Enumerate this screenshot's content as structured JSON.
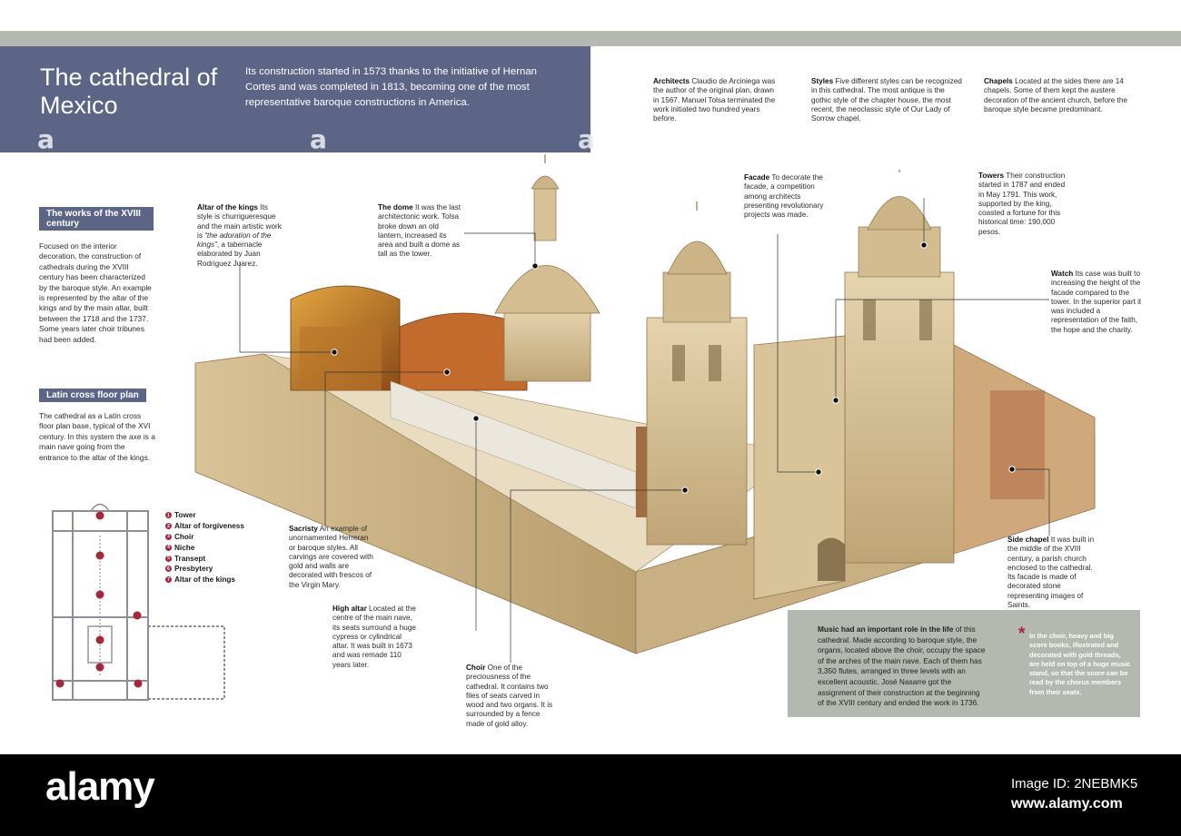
{
  "header": {
    "title": "The cathedral of Mexico",
    "intro": "Its construction started in 1573 thanks to the initiative of Hernan Cortes and was completed in 1813, becoming one of the most representative baroque constructions in America.",
    "watermark_glyph": "a"
  },
  "info_columns": [
    {
      "heading": "Architects",
      "text": "Claudio de Arciniega was the author of the original plan, drawn in 1567. Manuel Tolsa terminated the work initiated two hundred years before."
    },
    {
      "heading": "Styles",
      "text": "Five different styles can be recognized in this cathedral. The most antique is the gothic style of the chapter house, the most recent, the neoclassic style of Our Lady of Sorrow chapel."
    },
    {
      "heading": "Chapels",
      "text": "Located at the sides there are 14 chapels. Some of them kept the austere decoration of the ancient church, before the baroque style became predominant."
    }
  ],
  "sidebar": {
    "works_heading": "The works of the XVIII century",
    "works_text": "Focused on the interior decoration, the construction of cathedrals during the XVIII century has been characterized by the baroque style. An example is represented by the altar of the kings and by the main altar, built between the 1718 and the 1737. Some years later choir tribunes had been added.",
    "plan_heading": "Latin cross floor plan",
    "plan_text": "The cathedral as a Latin cross floor plan base, typical of the XVI century. In this system the axe is a main nave going from the entrance to the altar of the kings."
  },
  "legend": [
    {
      "num": "1",
      "label": "Tower"
    },
    {
      "num": "2",
      "label": "Altar of forgiveness"
    },
    {
      "num": "3",
      "label": "Choir"
    },
    {
      "num": "4",
      "label": "Niche"
    },
    {
      "num": "5",
      "label": "Transept"
    },
    {
      "num": "6",
      "label": "Presbytery"
    },
    {
      "num": "7",
      "label": "Altar of the kings"
    }
  ],
  "callouts": {
    "altar_kings": {
      "heading": "Altar of the kings",
      "text_a": "Its style is churrigueresque and the main artistic work is ",
      "text_italic": "“the adoration of the kings”",
      "text_b": ", a tabernacle elaborated by Juan Rodriguez Juarez."
    },
    "dome": {
      "heading": "The dome",
      "text": "It was the last architectonic work. Tolsa broke down an old lantern, increased its area and built a dome as tall as the tower."
    },
    "facade": {
      "heading": "Facade",
      "text": "To decorate the facade, a competition among architects presenting revolutionary projects was made."
    },
    "towers": {
      "heading": "Towers",
      "text": "Their construction started in 1787 and ended in May 1791. This work, supported by the king, coasted a fortune for this historical time: 190,000 pesos."
    },
    "watch": {
      "heading": "Watch",
      "text": "Its case was built to increasing the height of the facade compared to the tower. In the superior part it was included a representation of the faith, the hope and the charity."
    },
    "sacristy": {
      "heading": "Sacristy",
      "text": "An example of unornamented Herreran or baroque styles. All carvings are covered with gold and walls are decorated with frescos of the Virgin Mary."
    },
    "high_altar": {
      "heading": "High altar",
      "text": "Located at the centre of the main nave, its seats surround a huge cypress or cylindrical altar. It was built in 1673 and was remade 110 years later."
    },
    "choir": {
      "heading": "Choir",
      "text": "One of the preciousness of the cathedral. It contains two files of seats carved in wood and two organs. It is surrounded by a fence made of gold alloy."
    },
    "side_chapel": {
      "heading": "Side chapel",
      "text": "It was built in the middle of the XVIII century, a parish church enclosed to the cathedral. Its facade is made of decorated stone representing images of Saints."
    }
  },
  "music": {
    "heading": "Music had an important role in the life",
    "text": "of this cathedral. Made according to baroque style, the organs, located above the choir, occupy the space of the arches of the main nave. Each of them has 3,350 flutes, arranged in three levels with an excellent acoustic. José Nasarre got the assignment of their construction at the beginning of the XVIII century and ended the work in 1736.",
    "asterisk": "*",
    "note": "In the choir, heavy and big score books, illustrated and decorated with gold threads, are held on top of a huge music stand, so that the score can be read by the chorus members from their seats."
  },
  "footer": {
    "logo": "alamy",
    "image_id": "Image ID: 2NEBMK5",
    "url": "www.alamy.com"
  },
  "colors": {
    "header_panel": "#5c6586",
    "accent_red": "#a8253b",
    "grey_band": "#b3b8b1",
    "stone": "#d9c6a0"
  }
}
